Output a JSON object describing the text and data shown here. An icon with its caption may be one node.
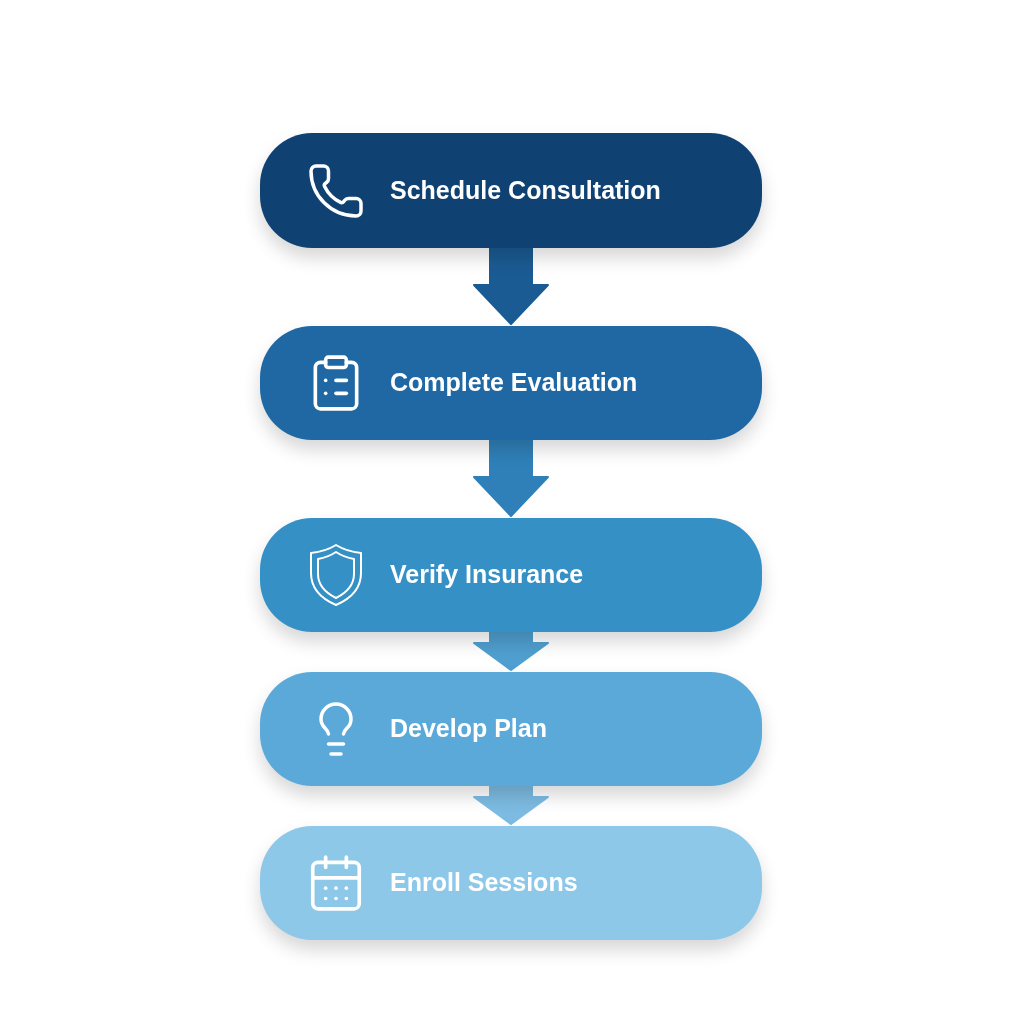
{
  "diagram": {
    "nodes": [
      {
        "text": [
          "Schedule Consultation"
        ]
      },
      {
        "text": [
          "Complete Evaluation"
        ]
      },
      {
        "text": [
          "Verify Insurance"
        ]
      },
      {
        "text": [
          "Develop Plan"
        ]
      },
      {
        "text": [
          "Enroll Sessions"
        ]
      }
    ],
    "edges": [
      {
        "from": 0,
        "to": 1,
        "arrow": "to",
        "color": "#1b5b93"
      },
      {
        "from": 1,
        "to": 2,
        "arrow": "to",
        "color": "#2f80b9"
      },
      {
        "from": 2,
        "to": 3,
        "arrow": "to",
        "color": "#4f9fd0"
      },
      {
        "from": 3,
        "to": 4,
        "arrow": "to",
        "color": "#7dbbe2"
      }
    ]
  }
}
